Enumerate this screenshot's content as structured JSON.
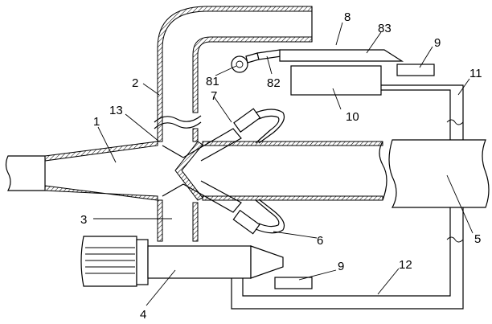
{
  "labels": {
    "l1": "1",
    "l2": "2",
    "l3": "3",
    "l4": "4",
    "l5": "5",
    "l6": "6",
    "l7": "7",
    "l8": "8",
    "l9a": "9",
    "l9b": "9",
    "l10": "10",
    "l11": "11",
    "l12": "12",
    "l13": "13",
    "l81": "81",
    "l82": "82",
    "l83": "83"
  }
}
